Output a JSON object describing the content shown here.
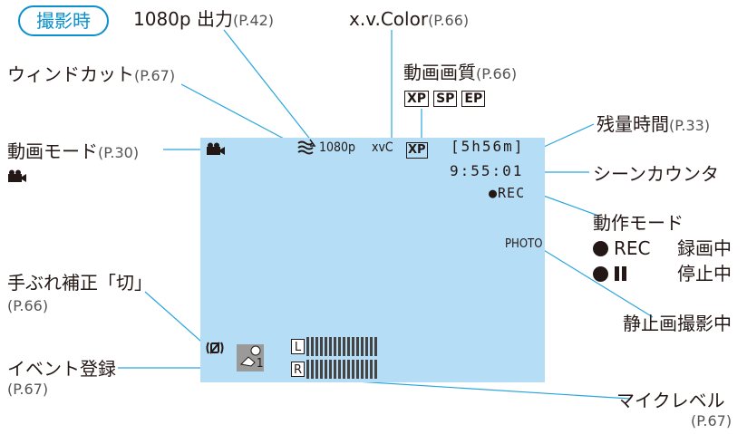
{
  "badge": "撮影時",
  "labels": {
    "output1080p": {
      "text": "1080p 出力",
      "ref": "(P.42)"
    },
    "xvcolor": {
      "text": "x.v.Color",
      "ref": "(P.66)"
    },
    "windcut": {
      "text": "ウィンドカット",
      "ref": "(P.67)"
    },
    "quality": {
      "text": "動画画質",
      "ref": "(P.66)",
      "options": [
        "XP",
        "SP",
        "EP"
      ]
    },
    "remaining": {
      "text": "残量時間",
      "ref": "(P.33)"
    },
    "video_mode": {
      "text": "動画モード",
      "ref": "(P.30)"
    },
    "scene_counter": {
      "text": "シーンカウンタ"
    },
    "operation_mode": {
      "title": "動作モード",
      "rec_text": "REC",
      "rec_meaning": "録画中",
      "pause_meaning": "停止中"
    },
    "still_capture": {
      "text": "静止画撮影中"
    },
    "stabilizer": {
      "text": "手ぶれ補正「切」",
      "ref": "(P.66)"
    },
    "event": {
      "text": "イベント登録",
      "ref": "(P.67)"
    },
    "mic_level": {
      "text": "マイクレベル",
      "ref": "(P.67)"
    }
  },
  "screen": {
    "resolution": "1080p",
    "xvc": "xvC",
    "quality": "XP",
    "remaining_time": "[5h56m]",
    "counter": "9:55:01",
    "rec": "●REC",
    "photo": "PHOTO",
    "event_number": "1",
    "meter_left": "L",
    "meter_right": "R",
    "meter_left_level": 1.0,
    "meter_right_level": 1.0
  },
  "colors": {
    "accent": "#0a90cc",
    "screen_bg": "#b5def6",
    "text": "#231815"
  }
}
